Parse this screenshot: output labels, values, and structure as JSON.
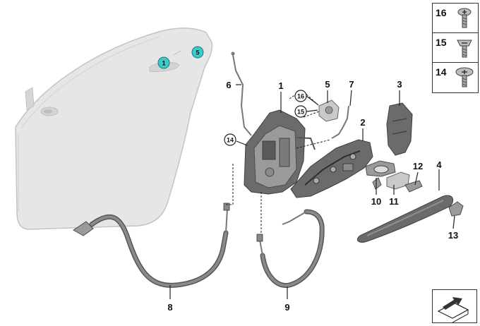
{
  "callouts": {
    "c1": "1",
    "c2": "2",
    "c3": "3",
    "c4": "4",
    "c5": "5",
    "c6": "6",
    "c7": "7",
    "c8": "8",
    "c9": "9",
    "c10": "10",
    "c11": "11",
    "c12": "12",
    "c13": "13",
    "c14": "14",
    "c15": "15",
    "c16": "16"
  },
  "door_markers": {
    "m1": "1",
    "m5": "5"
  },
  "legend": {
    "items": [
      {
        "number": "16",
        "icon": "torx-screw-icon"
      },
      {
        "number": "15",
        "icon": "flat-screw-icon"
      },
      {
        "number": "14",
        "icon": "pan-head-screw-icon"
      }
    ]
  },
  "colors": {
    "door_fill": "#e6e6e6",
    "marker_fill": "#3fc9c9",
    "line": "#222222"
  },
  "icons": {
    "navigation": "next-page-arrow-icon"
  }
}
